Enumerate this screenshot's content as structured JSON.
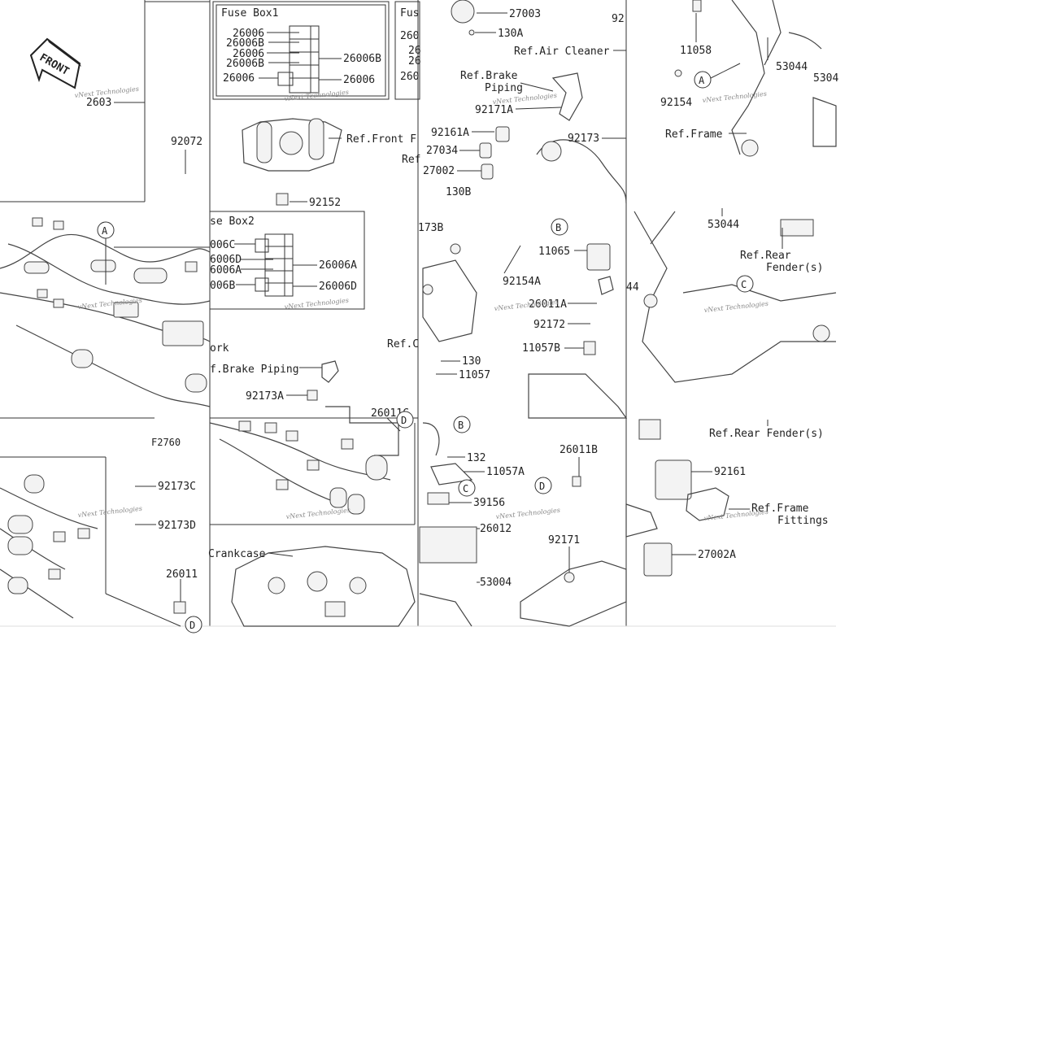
{
  "diagram": {
    "front_arrow": "FRONT",
    "figure_id": "F2760",
    "fuse_box_1": {
      "title": "Fuse Box1",
      "left_labels": [
        "26006",
        "26006B",
        "26006",
        "26006B",
        "26006"
      ],
      "right_labels": [
        "26006B",
        "26006"
      ]
    },
    "fuse_box_1b": {
      "title": "Fus",
      "labels": [
        "260",
        "26",
        "26",
        "260"
      ]
    },
    "fuse_box_2": {
      "title": "se Box2",
      "left_labels": [
        "006C",
        "6006D",
        "6006A",
        "006B"
      ],
      "right_labels": [
        "26006A",
        "26006D"
      ]
    },
    "part_labels": [
      "2603",
      "92072",
      "27003",
      "130A",
      "Ref.Air Cleaner",
      "92",
      "Ref.Brake",
      "Piping",
      "92171A",
      "92161A",
      "27034",
      "27002",
      "130B",
      "173B",
      "92173",
      "Ref.Front F",
      "92152",
      "Ref",
      "11058",
      "53044",
      "5304",
      "92154",
      "Ref.Frame",
      "53044",
      "Ref.Rear",
      "Fender(s)",
      "11065",
      "92154A",
      "26011A",
      "92172",
      "11057B",
      "44",
      "130",
      "11057",
      "Ref.C",
      "ork",
      "f.Brake Piping",
      "92173A",
      "26011C",
      "132",
      "11057A",
      "39156",
      "26012",
      "53004",
      "26011B",
      "92171",
      "92161",
      "Ref.Frame",
      "Fittings",
      "27002A",
      "Ref.Rear Fender(s)",
      "92173C",
      "92173D",
      "26011",
      "Crankcase"
    ],
    "callouts": [
      "A",
      "A",
      "B",
      "B",
      "C",
      "C",
      "D",
      "D",
      "D"
    ],
    "watermark": "vNext Technologies"
  }
}
